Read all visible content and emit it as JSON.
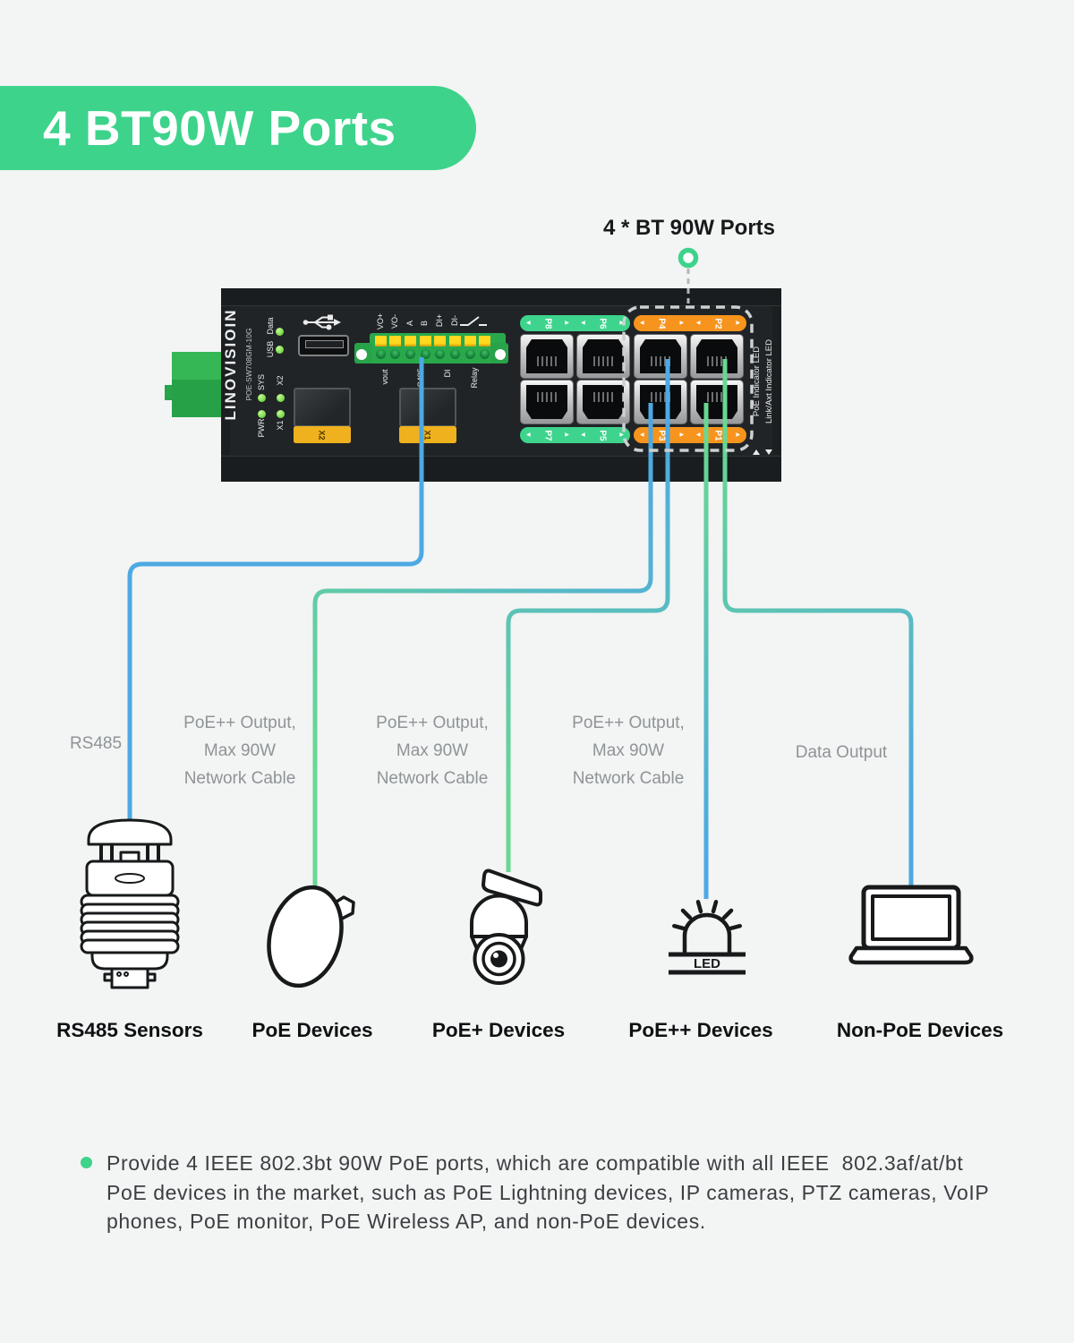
{
  "header": {
    "title": "4 BT90W Ports"
  },
  "callout": {
    "label": "4 * BT 90W Ports"
  },
  "device": {
    "brand": "LINOVISIOIN",
    "model": "POE-SW708GM-10G",
    "arrow_left": "◀",
    "arrow_right": "▶",
    "led_labels": {
      "data": "Data",
      "usb": "USB",
      "sys": "SYS",
      "x2": "X2",
      "pwr": "PWR",
      "x1": "X1"
    },
    "terminal": {
      "top_labels": [
        "VO+",
        "VO-",
        "A",
        "B",
        "DI+",
        "DI-"
      ],
      "bottom_labels": [
        "vout",
        "RS485",
        "DI",
        "Relay"
      ]
    },
    "sfp_labels": [
      "X2",
      "X1"
    ],
    "ports_top": [
      "P8",
      "P6",
      "P4",
      "P2"
    ],
    "ports_bottom": [
      "P7",
      "P5",
      "P3",
      "P1"
    ],
    "side_labels": [
      "PoE Indicator LED",
      "Link/Axt Indicator LED"
    ]
  },
  "cables": {
    "rs485": "RS485",
    "poe_output": [
      "PoE++ Output,",
      "Max 90W",
      "Network Cable"
    ],
    "data_output": "Data Output"
  },
  "icons": {
    "led_text": "LED"
  },
  "device_labels": [
    "RS485 Sensors",
    "PoE Devices",
    "PoE+ Devices",
    "PoE++ Devices",
    "Non-PoE Devices"
  ],
  "footnote": {
    "lines": [
      "Provide 4 IEEE 802.3bt 90W PoE ports, which are compatible with all IEEE  802.3af/at/bt",
      "PoE devices in the market, such as PoE Lightning devices, IP cameras, PTZ cameras, VoIP",
      "phones, PoE monitor, PoE Wireless AP, and non-PoE devices."
    ]
  },
  "colors": {
    "green": "#3dd38b",
    "orange": "#f7941d",
    "cable_blue": "#4da9e3",
    "cable_green": "#68d792",
    "label_gray": "#8e9497"
  }
}
